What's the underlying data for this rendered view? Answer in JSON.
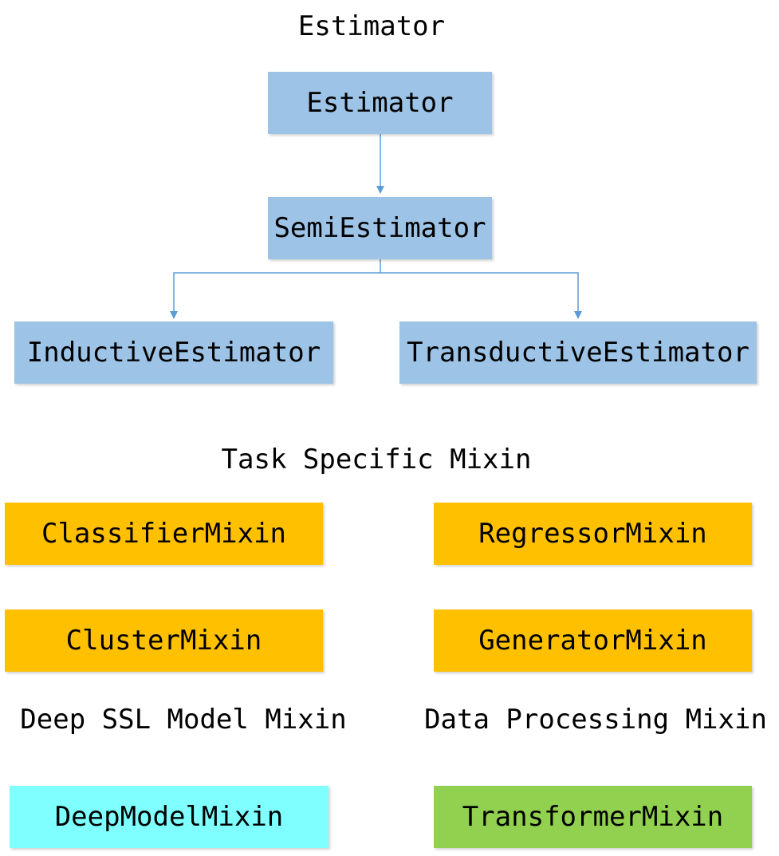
{
  "headings": {
    "estimator": "Estimator",
    "task_specific": "Task Specific Mixin",
    "deep_ssl": "Deep SSL Model Mixin",
    "data_processing": "Data Processing Mixin"
  },
  "nodes": {
    "estimator": "Estimator",
    "semi_estimator": "SemiEstimator",
    "inductive_estimator": "InductiveEstimator",
    "transductive_estimator": "TransductiveEstimator",
    "classifier_mixin": "ClassifierMixin",
    "regressor_mixin": "RegressorMixin",
    "cluster_mixin": "ClusterMixin",
    "generator_mixin": "GeneratorMixin",
    "deep_model_mixin": "DeepModelMixin",
    "transformer_mixin": "TransformerMixin"
  },
  "colors": {
    "estimator_boxes": "#9dc3e6",
    "task_mixin_boxes": "#ffc000",
    "deep_mixin_box": "#7fffff",
    "data_mixin_box": "#92d050",
    "arrow": "#5b9bd5"
  },
  "edges": [
    {
      "from": "estimator",
      "to": "semi_estimator"
    },
    {
      "from": "semi_estimator",
      "to": "inductive_estimator"
    },
    {
      "from": "semi_estimator",
      "to": "transductive_estimator"
    }
  ]
}
